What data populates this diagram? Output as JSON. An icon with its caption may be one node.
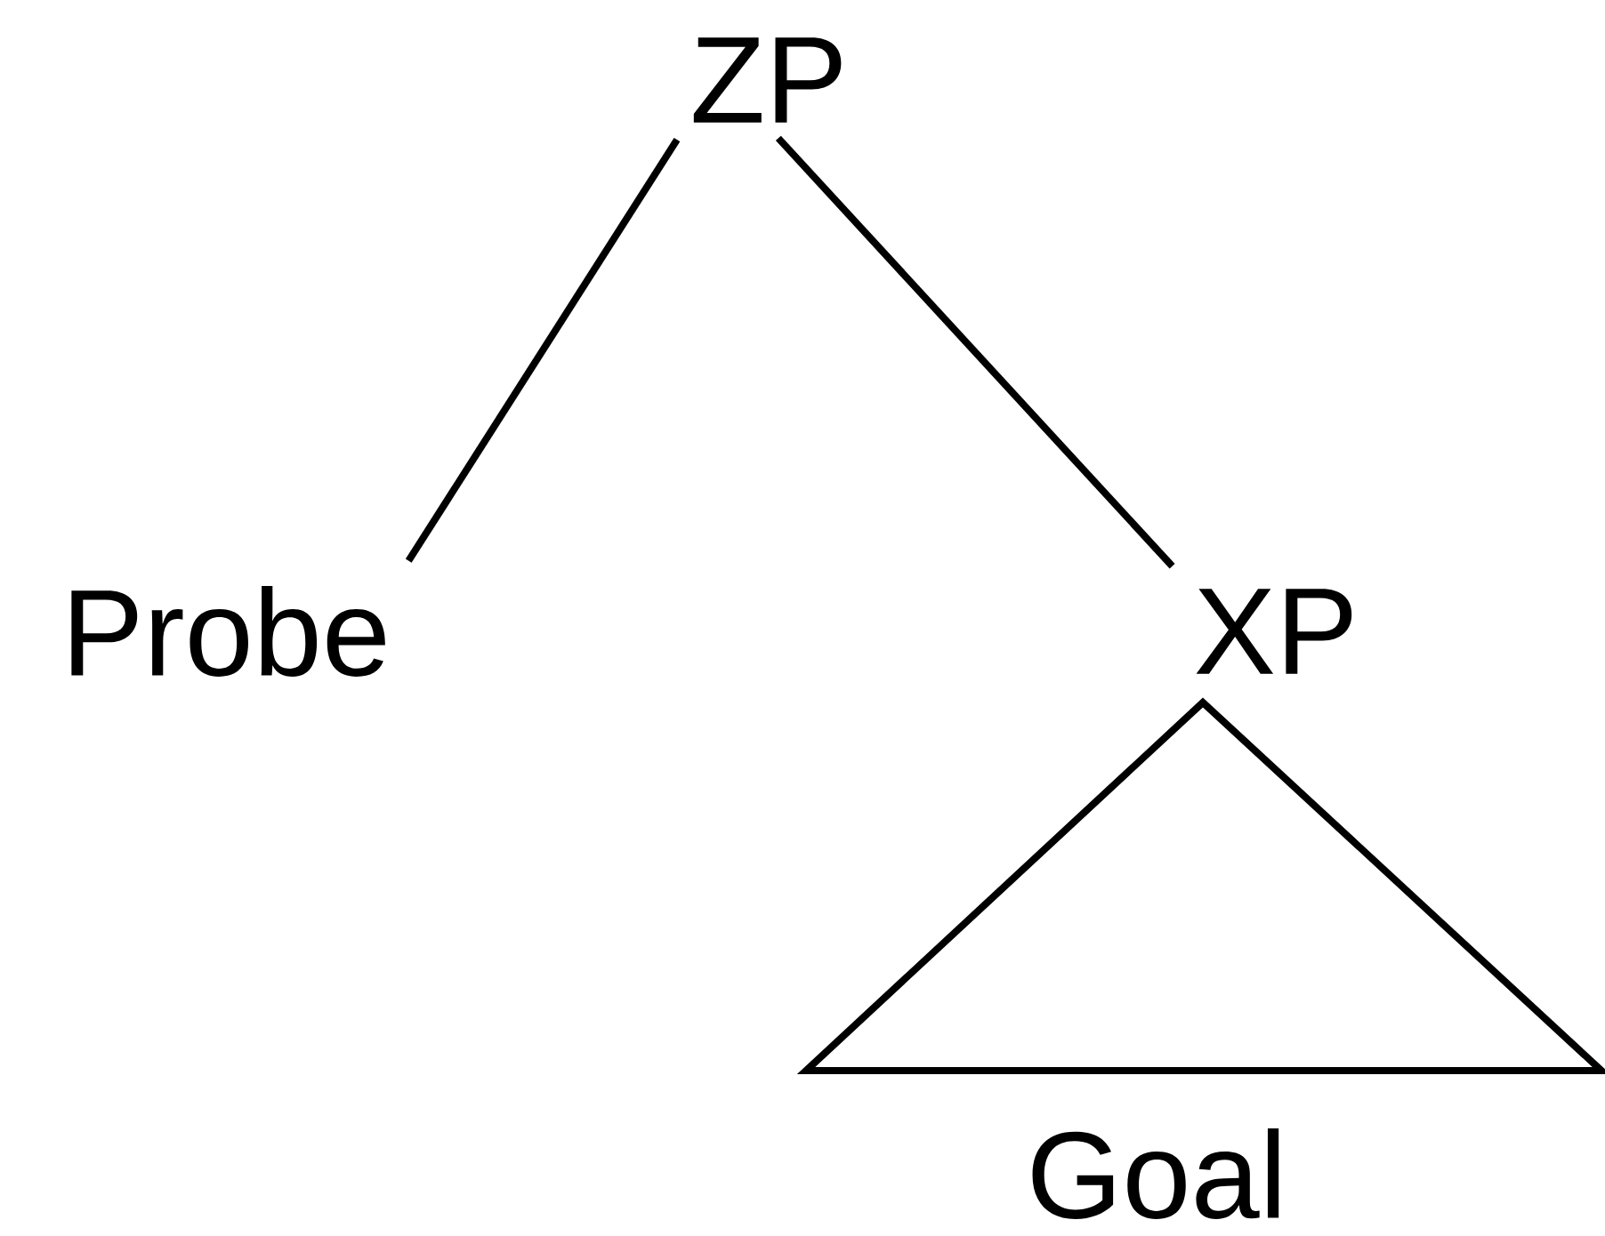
{
  "diagram": {
    "nodes": [
      {
        "text": [
          "ZP"
        ]
      },
      {
        "text": [
          "Probe"
        ]
      },
      {
        "text": [
          "XP"
        ]
      },
      {
        "text": [
          "Goal"
        ]
      }
    ],
    "edges": [
      {
        "from": 0,
        "to": 1,
        "arrow": "none"
      },
      {
        "from": 0,
        "to": 2,
        "arrow": "none"
      }
    ]
  }
}
